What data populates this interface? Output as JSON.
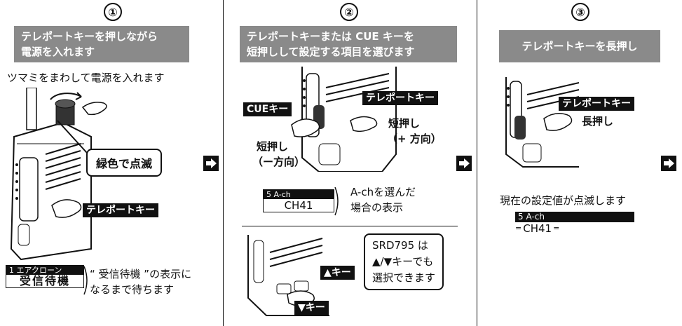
{
  "step1": {
    "number": "①",
    "banner": [
      "テレポートキーを押しながら",
      "電源を入れます"
    ],
    "instruction": "ツマミをまわして電源を入れます",
    "callout": "緑色で点滅",
    "key_label": "テレポートキー",
    "lcd_top": "1 エアクローン",
    "lcd_bottom": "受信待機",
    "note": [
      "“ 受信待機 ”の表示に",
      "なるまで待ちます"
    ]
  },
  "step2": {
    "number": "②",
    "banner": [
      "テレポートキーまたは CUE キーを",
      "短押しして設定する項目を選びます"
    ],
    "cue_label": "CUEキー",
    "key_label": "テレポートキー",
    "short_press_minus": [
      "短押し",
      "（ー方向）"
    ],
    "short_press_plus": [
      "短押し",
      "（+ 方向）"
    ],
    "lcd_top": "5 A-ch",
    "lcd_bottom": "CH41",
    "lcd_note": [
      "A-chを選んだ",
      "場合の表示"
    ],
    "up_key": "▲キー",
    "down_key": "▼キー",
    "srd_note": [
      "SRD795 は",
      "▲/▼キーでも",
      "選択できます"
    ]
  },
  "step3": {
    "number": "③",
    "banner": [
      "テレポートキーを長押し"
    ],
    "key_label": "テレポートキー",
    "long_press": "長押し",
    "blink_note": "現在の設定値が点滅します",
    "lcd_top": "5 A-ch",
    "lcd_bottom": "CH41"
  },
  "colors": {
    "banner": "#8a8a8a",
    "label": "#111111"
  },
  "icons": [
    "next-arrow-icon",
    "radio-illustration",
    "hand-icon"
  ]
}
